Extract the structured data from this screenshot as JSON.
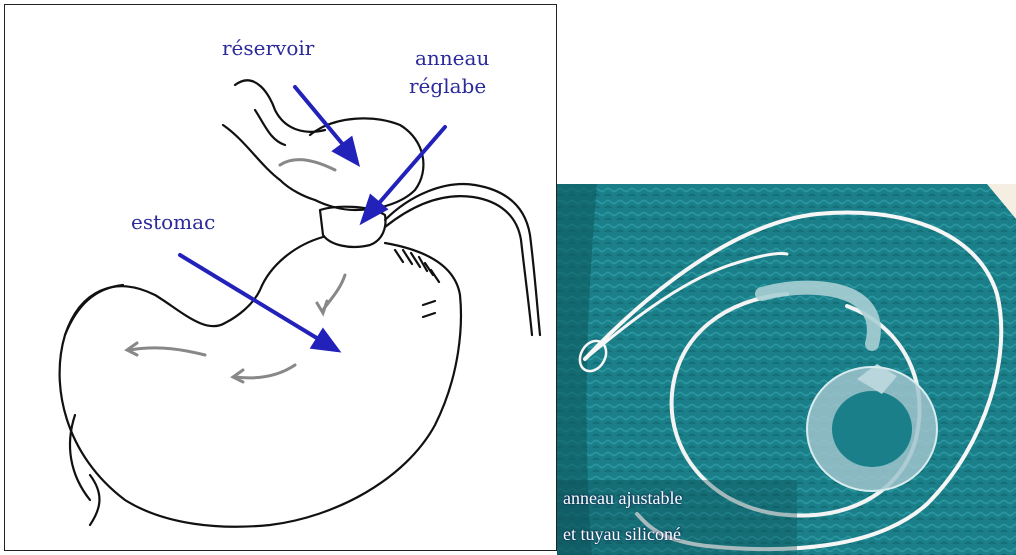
{
  "left_panel": {
    "labels": {
      "reservoir": "réservoir",
      "ring_line1": "anneau",
      "ring_line2": "réglabe",
      "stomach": "estomac"
    },
    "arrow_color": "#2222bb",
    "line_color": "#111111"
  },
  "right_panel": {
    "caption_line1": "anneau ajustable",
    "caption_line2": "et tuyau siliconé",
    "background_color": "#1a7f88"
  }
}
